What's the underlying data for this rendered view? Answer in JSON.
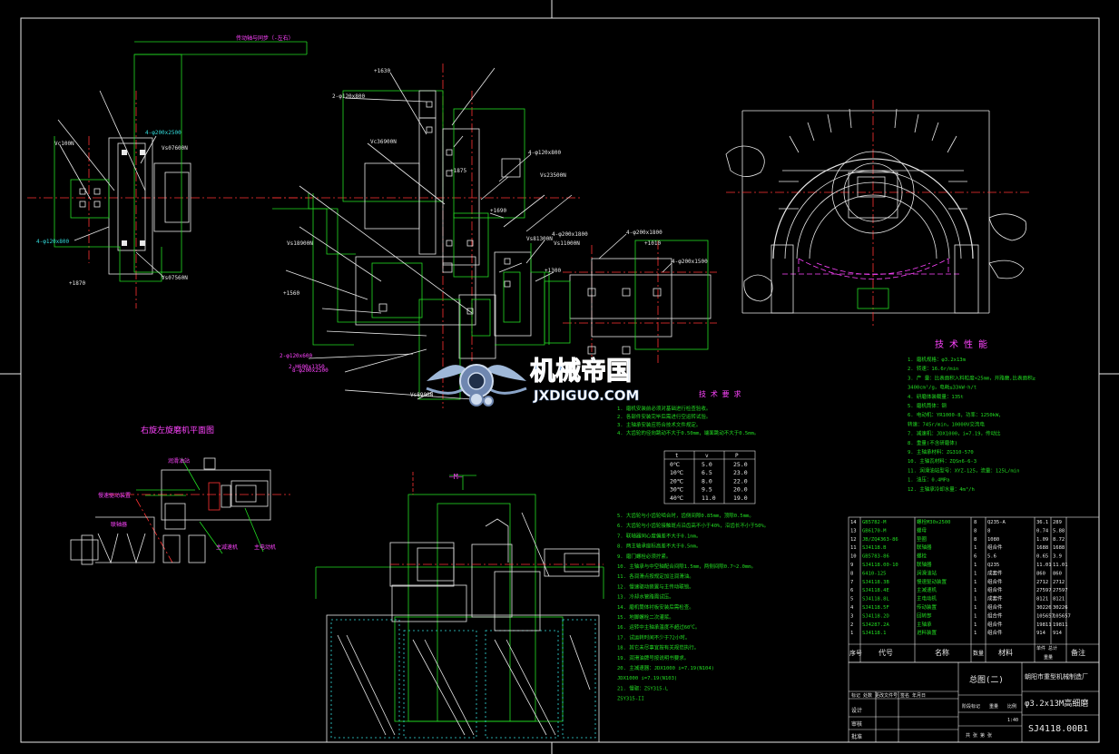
{
  "drawing": {
    "sheet_title": "总图(二)",
    "company": "朝阳市重型机械制造厂",
    "machine_name": "φ3.2x13M高细磨",
    "drawing_number": "SJ4118.00B1",
    "scale": "1:40"
  },
  "annotations": {
    "top_dimension": "传动轴与同步（-左右）",
    "section_mark": "—M—",
    "plan_title": "右旋左旋磨机平面图",
    "tech_title": "技 术 性 能",
    "req_title": "技 术 要 求"
  },
  "tech_specs": [
    "1. 磨机规格：φ3.2x13m",
    "2. 转速：16.6r/min",
    "3. 产 量：比表面积入料粒度<25mm，开路磨,比表面积≥",
    "   3400cm²/g，电耗≤33kW·h/t",
    "4. 研磨体装载量：135t",
    "5. 磨机筒体：钢",
    "6. 电动机：YR1000-8，功率：1250kW，",
    "   转速：745r/min，10000V交流电",
    "7. 减速机：JDX1000，i=7.19，传动比",
    "8. 重量(不含研磨体)",
    "9. 主轴承材料：ZG310-570",
    "10. 主轴瓦材料：ZQSn6-6-3",
    "11. 润滑油站型号：XYZ-125，流量：125L/min",
    "    1. 油压：0.4MPa",
    "12. 主轴承冷却水量：4m³/h"
  ],
  "requirements": [
    "1. 磨机安装前必须对基础进行检查验收。",
    "2. 各部件安装完毕后需进行空运转试验。",
    "3. 主轴承安装应符合技术文件规定。",
    "4. 大齿轮的径向跳动不大于0.50mm，端面跳动不大于0.5mm。"
  ],
  "oil_table": {
    "headers": [
      "t",
      "v",
      "P"
    ],
    "rows": [
      [
        "0℃",
        "5.0",
        "25.0"
      ],
      [
        "10℃",
        "6.5",
        "23.0"
      ],
      [
        "20℃",
        "8.0",
        "22.0"
      ],
      [
        "30℃",
        "9.5",
        "20.0"
      ],
      [
        "40℃",
        "11.0",
        "19.0"
      ]
    ]
  },
  "notes": [
    "5. 大齿轮与小齿轮啮合时，齿侧间隙0.85mm，顶隙0.5mm。",
    "6. 大齿轮与小齿轮接触斑点沿齿高不小于40%，沿齿长不小于50%。",
    "7. 联轴器同心度偏差不大于0.1mm。",
    "8. 两主轴承座标高差不大于0.5mm。",
    "9. 磨门螺栓必须拧紧。",
    "10. 主轴承与中空轴配合间隙1.5mm，两侧间隙0.7~2.0mm。",
    "11. 各润滑点按规定加注润滑油。",
    "12. 慢速驱动装置与主传动联锁。",
    "13. 冷却水管路需试压。",
    "14. 磨机筒体衬板安装后需检查。",
    "15. 地脚螺栓二次灌浆。",
    "16. 运转中主轴承温度不超过60℃。",
    "17. 试运转时间不少于72小时。",
    "18. 其它未尽事宜按有关规范执行。",
    "19. 润滑油牌号按说明书要求。",
    "20. 主减速器：JDX1000 i=7.19(N104)",
    "    JDX1000 i=7.19(N103)",
    "21. 慢驱：ZSY315-L",
    "    ZSY315-II"
  ],
  "bom": {
    "headers": [
      "序号",
      "代号",
      "名称",
      "数量",
      "材料",
      "单件 总计",
      "备注"
    ],
    "weight_header": "重量",
    "rows": [
      [
        "14",
        "GB5782-M",
        "螺栓M30x2500",
        "8",
        "Q235-A",
        "36.1",
        "289"
      ],
      [
        "13",
        "GB6170-M",
        "螺母",
        "8",
        "8",
        "0.74",
        "5.88"
      ],
      [
        "12",
        "JB/ZQ4363-86",
        "垫圈",
        "8",
        "1080",
        "1.09",
        "8.72"
      ],
      [
        "11",
        "SJ4118.B",
        "联轴器",
        "1",
        "组合件",
        "1688",
        "1688"
      ],
      [
        "10",
        "GB5783-86",
        "螺栓",
        "6",
        "5.6",
        "0.65",
        "3.9"
      ],
      [
        "9",
        "SJ4118.00-10",
        "联轴器",
        "1",
        "Q235",
        "11.01",
        "11.01"
      ],
      [
        "8",
        "6410-125",
        "润滑油站",
        "1",
        "成套件",
        "860",
        "860"
      ],
      [
        "7",
        "SJ4118.3B",
        "慢速驱动装置",
        "1",
        "组合件",
        "2712",
        "2712"
      ],
      [
        "6",
        "SJ4118.4E",
        "主减速机",
        "1",
        "组合件",
        "27597",
        "27597"
      ],
      [
        "5",
        "SJ4118.8L",
        "主电动机",
        "1",
        "成套件",
        "8121",
        "8121"
      ],
      [
        "4",
        "SJ4118.5F",
        "传动装置",
        "1",
        "组合件",
        "30226",
        "30226"
      ],
      [
        "3",
        "SJ4118.2D",
        "回转部",
        "1",
        "组合件",
        "105657",
        "105657"
      ],
      [
        "2",
        "SJ4287.2A",
        "主轴承",
        "1",
        "组合件",
        "19811",
        "19811"
      ],
      [
        "1",
        "SJ4118.1",
        "进料装置",
        "1",
        "组合件",
        "914",
        "914"
      ]
    ]
  },
  "title_block_labels": {
    "row1": "标记 处数 更改文件号 签名 年月日",
    "design": "设计",
    "check": "审核",
    "approve": "批准",
    "stage": "阶段标记",
    "weight": "重量",
    "scale_lbl": "比例",
    "sheets": "共 张 第 张"
  },
  "plan_labels": {
    "motor": "主电动机",
    "reducer": "主减速机",
    "slow_drive": "慢速驱动装置",
    "coupling": "联轴器",
    "oil": "润滑油站"
  },
  "callouts": [
    {
      "t": "4-φ120x800"
    },
    {
      "t": "4-φ200x2500"
    },
    {
      "t": "Vc100N"
    },
    {
      "t": "Vs07600N"
    },
    {
      "t": "Vs07560N"
    },
    {
      "t": "+1870"
    },
    {
      "t": "+1630"
    },
    {
      "t": "2-φ120x800"
    },
    {
      "t": "Vc36900N"
    },
    {
      "t": "+1875"
    },
    {
      "t": "4-φ120x800"
    },
    {
      "t": "Vs23500N"
    },
    {
      "t": "+1690"
    },
    {
      "t": "Vs18900N"
    },
    {
      "t": "+1560"
    },
    {
      "t": "4-φ200x1800"
    },
    {
      "t": "2-φ120x600"
    },
    {
      "t": "8-φ200x2500"
    },
    {
      "t": "2-H600x1350"
    },
    {
      "t": "+1010"
    },
    {
      "t": "4-φ200x1800"
    },
    {
      "t": "Vs11000N"
    },
    {
      "t": "Vs81300N"
    },
    {
      "t": "Vs8900N"
    },
    {
      "t": "+1300"
    },
    {
      "t": "4-φ200x1500"
    }
  ],
  "watermark": {
    "main": "机械帝国",
    "sub": "JXDIGUO.COM"
  },
  "colors": {
    "background": "#000000",
    "outline": "#e8e8e8",
    "green": "#22dd22",
    "magenta": "#ff44ff",
    "cyan": "#33dddd",
    "red": "#ff3333",
    "yellow": "#eeee33"
  }
}
